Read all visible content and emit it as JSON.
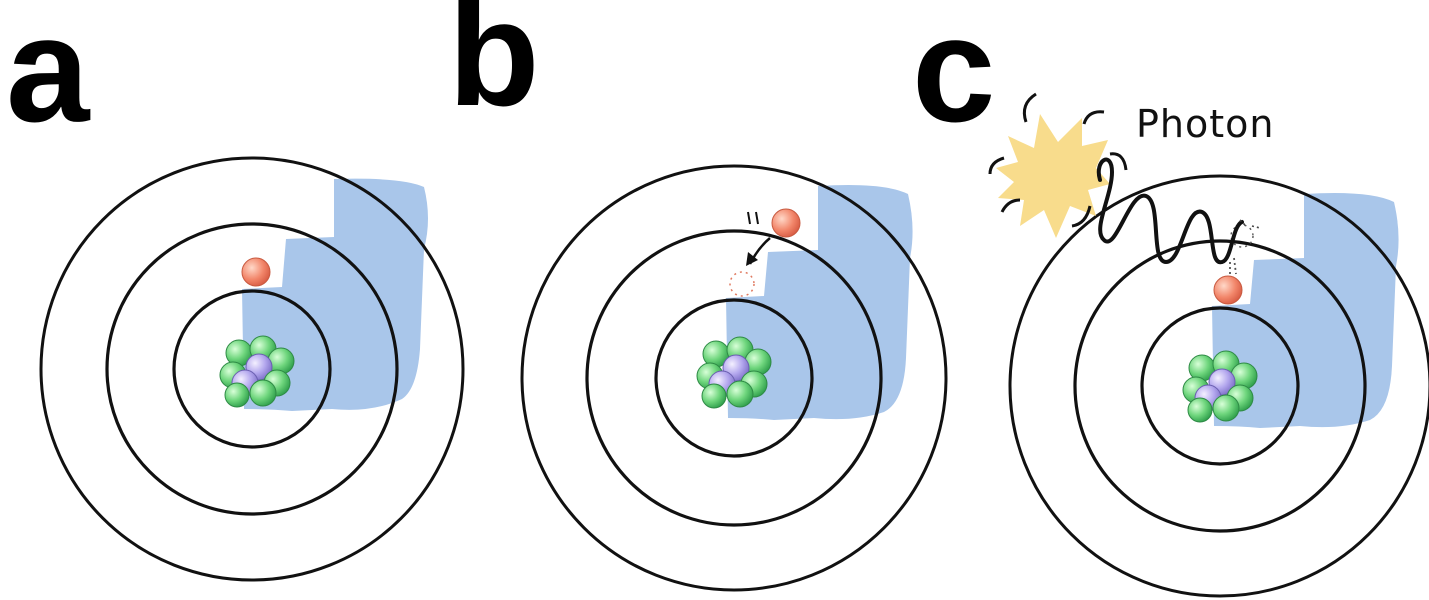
{
  "panels": [
    {
      "label": "a"
    },
    {
      "label": "b"
    },
    {
      "label": "c"
    }
  ],
  "photon_label": "Photon",
  "colors": {
    "orbit": "#111111",
    "shaded_region": "#a9c6ea",
    "electron": "#f28a6c",
    "proton": "#7fe08c",
    "neutron": "#b8aef0",
    "photon_burst": "#f8dc8c"
  }
}
